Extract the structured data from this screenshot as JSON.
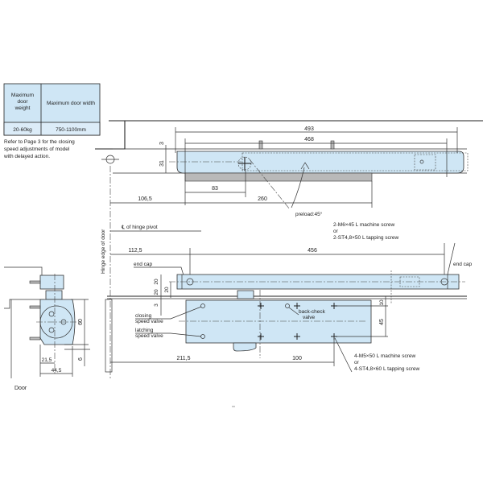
{
  "spec_table": {
    "headers": [
      "Maximum door weight",
      "Maximum door width"
    ],
    "header_lines": [
      "Maximum",
      "door",
      "weight"
    ],
    "values": [
      "20-60kg",
      "750-1100mm"
    ]
  },
  "note": [
    "Refer to Page 3 for the closing",
    "speed adjustments of model",
    "with delayed action."
  ],
  "top_view": {
    "dims": {
      "d493": "493",
      "d468": "468",
      "d3": "3",
      "d31": "31",
      "d83": "83",
      "d106_5": "106,5",
      "d260": "260"
    },
    "preload": "preload:45°"
  },
  "labels": {
    "hinge_edge": "Hinge edge of door",
    "hinge_pivot": "℄ of hinge pivot",
    "end_cap": "end cap",
    "closing_valve": [
      "closing",
      "speed valve"
    ],
    "latching_valve": [
      "latching",
      "speed valve"
    ],
    "backcheck_valve": [
      "back-check",
      "valve"
    ],
    "door": "Door"
  },
  "screws_top": [
    "2-M6×45 L machine screw",
    "or",
    "2-ST4,8×50 L tapping screw"
  ],
  "screws_bottom": [
    "4-M5×50 L machine screw",
    "or",
    "4-ST4,8×60 L tapping screw"
  ],
  "front_view": {
    "dims": {
      "d112_5": "112,5",
      "d456": "456",
      "d20a": "20",
      "d20b": "20",
      "d20c": "20",
      "d3": "3",
      "d10": "10",
      "d45": "45",
      "d211_5": "211,5",
      "d100": "100"
    }
  },
  "side_view": {
    "dims": {
      "d21_5": "21,5",
      "d44_5": "44,5",
      "d60": "60",
      "d6": "6"
    }
  }
}
